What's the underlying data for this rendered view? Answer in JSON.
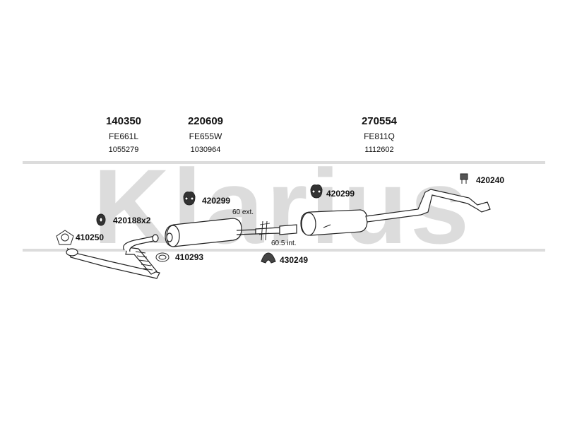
{
  "watermark": {
    "text": "Klarius",
    "color": "#d9d9d9"
  },
  "parts": [
    {
      "number": "140350",
      "code": "FE661L",
      "ref": "1055279"
    },
    {
      "number": "220609",
      "code": "FE655W",
      "ref": "1030964"
    },
    {
      "number": "270554",
      "code": "FE811Q",
      "ref": "1112602"
    }
  ],
  "accessories": {
    "a420240": "420240",
    "a420299_1": "420299",
    "a420299_2": "420299",
    "a420188": "420188x2",
    "a410250": "410250",
    "a410293": "410293",
    "a430249": "430249"
  },
  "annotations": {
    "ext": "60 ext.",
    "int": "60.5 int."
  }
}
